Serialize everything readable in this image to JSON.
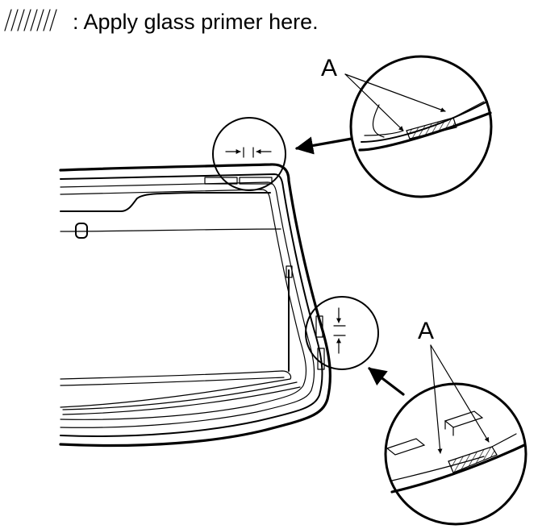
{
  "legend": {
    "text": ": Apply glass primer here.",
    "swatch_icon": "hatch-swatch-icon"
  },
  "callouts": [
    {
      "label": "A"
    },
    {
      "label": "A"
    }
  ],
  "colors": {
    "line": "#000000",
    "background": "#ffffff"
  }
}
